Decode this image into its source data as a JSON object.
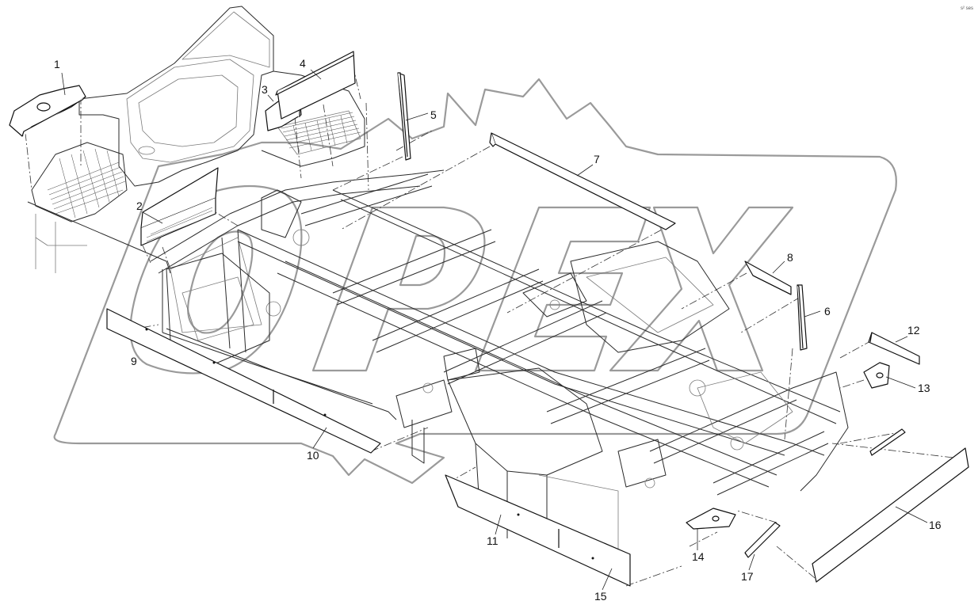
{
  "diagram": {
    "corner_mark": "s² ses",
    "watermark_letters": [
      "O",
      "P",
      "E",
      "X"
    ],
    "callouts": [
      {
        "id": "callout-1",
        "label": "1"
      },
      {
        "id": "callout-2",
        "label": "2"
      },
      {
        "id": "callout-3",
        "label": "3"
      },
      {
        "id": "callout-4",
        "label": "4"
      },
      {
        "id": "callout-5",
        "label": "5"
      },
      {
        "id": "callout-6",
        "label": "6"
      },
      {
        "id": "callout-7",
        "label": "7"
      },
      {
        "id": "callout-8",
        "label": "8"
      },
      {
        "id": "callout-9",
        "label": "9"
      },
      {
        "id": "callout-10",
        "label": "10"
      },
      {
        "id": "callout-11",
        "label": "11"
      },
      {
        "id": "callout-12",
        "label": "12"
      },
      {
        "id": "callout-13",
        "label": "13"
      },
      {
        "id": "callout-14",
        "label": "14"
      },
      {
        "id": "callout-15",
        "label": "15"
      },
      {
        "id": "callout-16",
        "label": "16"
      },
      {
        "id": "callout-17",
        "label": "17"
      }
    ]
  }
}
